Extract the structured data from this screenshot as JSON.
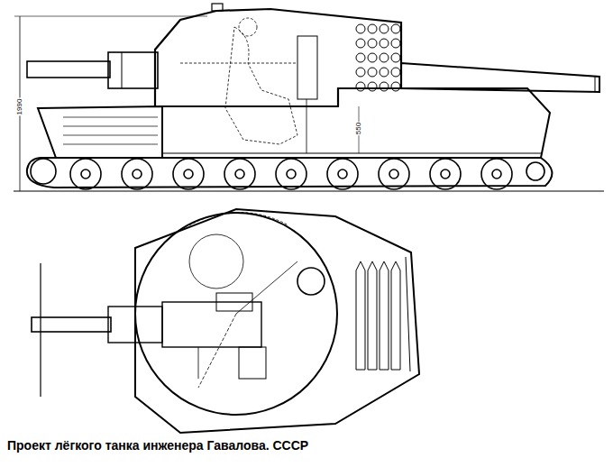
{
  "diagram": {
    "caption": "Проект лёгкого танка инженера Гавалова. СССР",
    "labels": [
      "1990",
      "550"
    ]
  }
}
